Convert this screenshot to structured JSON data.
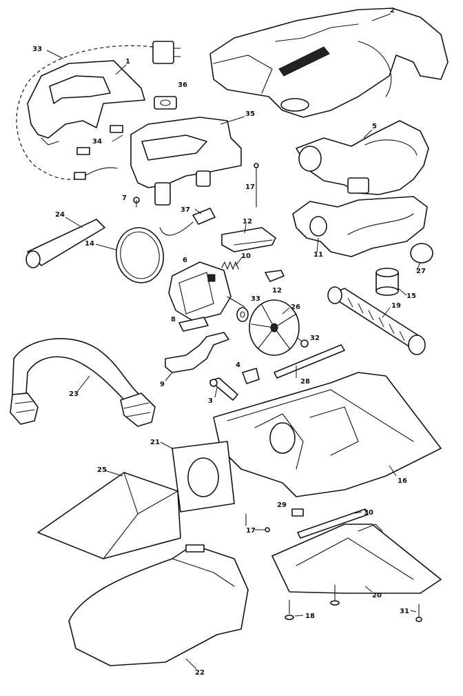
{
  "callouts": [
    {
      "id": "c33a",
      "text": "33"
    },
    {
      "id": "c1",
      "text": "1"
    },
    {
      "id": "c2",
      "text": "2"
    },
    {
      "id": "c36",
      "text": "36"
    },
    {
      "id": "c35",
      "text": "35"
    },
    {
      "id": "c34",
      "text": "34"
    },
    {
      "id": "c5",
      "text": "5"
    },
    {
      "id": "c17a",
      "text": "17"
    },
    {
      "id": "c7",
      "text": "7"
    },
    {
      "id": "c24",
      "text": "24"
    },
    {
      "id": "c37",
      "text": "37"
    },
    {
      "id": "c12a",
      "text": "12"
    },
    {
      "id": "c11",
      "text": "11"
    },
    {
      "id": "c14",
      "text": "14"
    },
    {
      "id": "c10",
      "text": "10"
    },
    {
      "id": "c27",
      "text": "27"
    },
    {
      "id": "c6",
      "text": "6"
    },
    {
      "id": "c12b",
      "text": "12"
    },
    {
      "id": "c15",
      "text": "15"
    },
    {
      "id": "c33b",
      "text": "33"
    },
    {
      "id": "c26",
      "text": "26"
    },
    {
      "id": "c19",
      "text": "19"
    },
    {
      "id": "c8",
      "text": "8"
    },
    {
      "id": "c32",
      "text": "32"
    },
    {
      "id": "c4",
      "text": "4"
    },
    {
      "id": "c28",
      "text": "28"
    },
    {
      "id": "c9",
      "text": "9"
    },
    {
      "id": "c23",
      "text": "23"
    },
    {
      "id": "c3",
      "text": "3"
    },
    {
      "id": "c21",
      "text": "21"
    },
    {
      "id": "c16",
      "text": "16"
    },
    {
      "id": "c25",
      "text": "25"
    },
    {
      "id": "c29",
      "text": "29"
    },
    {
      "id": "c30",
      "text": "30"
    },
    {
      "id": "c17b",
      "text": "17"
    },
    {
      "id": "c20",
      "text": "20"
    },
    {
      "id": "c18",
      "text": "18"
    },
    {
      "id": "c31",
      "text": "31"
    },
    {
      "id": "c22",
      "text": "22"
    }
  ]
}
